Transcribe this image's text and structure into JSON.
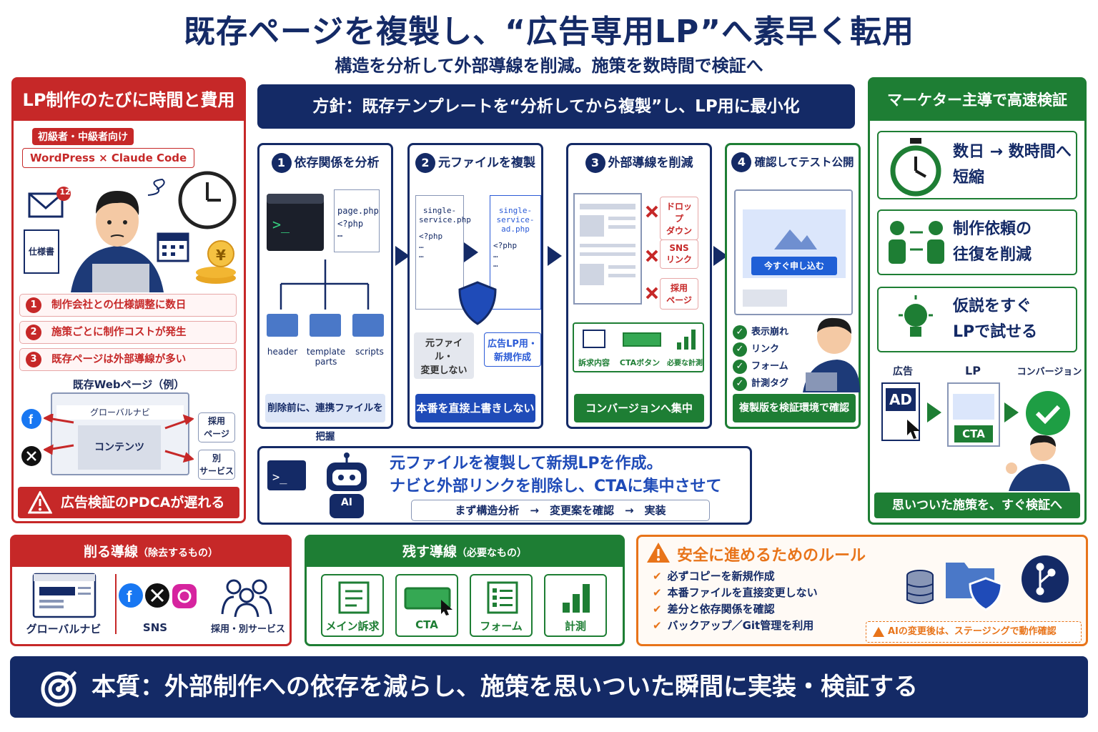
{
  "title": "既存ページを複製し、“広告専用LP”へ素早く転用",
  "subtitle": "構造を分析して外部導線を削減。施策を数時間で検証へ",
  "left": {
    "header": "LP制作のたびに時間と費用",
    "audience_tag": "初級者・中級者向け",
    "tools_tag": "WordPress × Claude Code",
    "mail_badge": "12",
    "doc_label": "仕様書",
    "yen_symbol": "¥",
    "problems": [
      {
        "num": "1",
        "text": "制作会社との仕様調整に数日"
      },
      {
        "num": "2",
        "text": "施策ごとに制作コストが発生"
      },
      {
        "num": "3",
        "text": "既存ページは外部導線が多い"
      }
    ],
    "example_title": "既存Webページ（例）",
    "global_nav": "グローバルナビ",
    "content": "コンテンツ",
    "recruit": "採用\nページ",
    "other_service": "別\nサービス",
    "footer": "広告検証のPDCAが遅れる"
  },
  "policy": "方針：既存テンプレートを“分析してから複製”し、LP用に最小化",
  "steps": [
    {
      "num": "1",
      "title": "依存関係を分析",
      "file": "page.php",
      "code": "<?php\n…",
      "folders": [
        "header",
        "template\nparts",
        "scripts"
      ],
      "footer": "削除前に、連携ファイルを把握"
    },
    {
      "num": "2",
      "title": "元ファイルを複製",
      "src_file": "single-\nservice.php",
      "dst_file": "single-\nservice-ad.php",
      "code": "<?php\n…\n…",
      "chip_left": "元ファイル・\n変更しない",
      "chip_right": "広告LP用・\n新規作成",
      "footer": "本番を直接上書きしない"
    },
    {
      "num": "3",
      "title": "外部導線を削減",
      "removed": [
        "ドロップ\nダウン",
        "SNS\nリンク",
        "採用\nページ"
      ],
      "kept": [
        "訴求内容",
        "CTAボタン",
        "必要な計測"
      ],
      "footer": "コンバージョンへ集中"
    },
    {
      "num": "4",
      "title": "確認してテスト公開",
      "cta": "今すぐ申し込む",
      "checks": [
        "表示崩れ",
        "リンク",
        "フォーム",
        "計測タグ"
      ],
      "footer": "複製版を検証環境で確認"
    }
  ],
  "ai": {
    "label": "AI",
    "line1": "元ファイルを複製して新規LPを作成。",
    "line2": "ナビと外部リンクを削除し、CTAに集中させて",
    "flow": "まず構造分析　→　変更案を確認　→　実装"
  },
  "right": {
    "header": "マーケター主導で高速検証",
    "cards": [
      {
        "line1": "数日 → 数時間へ",
        "line2": "短縮"
      },
      {
        "line1": "制作依頼の",
        "line2": "往復を削減"
      },
      {
        "line1": "仮説をすぐ",
        "line2": "LPで試せる"
      }
    ],
    "flow_labels": [
      "広告",
      "LP",
      "コンバージョン"
    ],
    "ad": "AD",
    "cta": "CTA",
    "footer": "思いついた施策を、すぐ検証へ"
  },
  "remove_box": {
    "header": "削る導線",
    "header_sub": "（除去するもの）",
    "items": [
      "グローバルナビ",
      "SNS",
      "採用・別サービス"
    ]
  },
  "keep_box": {
    "header": "残す導線",
    "header_sub": "（必要なもの）",
    "items": [
      "メイン訴求",
      "CTA",
      "フォーム",
      "計測"
    ]
  },
  "rules_box": {
    "header": "安全に進めるためのルール",
    "rules": [
      "必ずコピーを新規作成",
      "本番ファイルを直接変更しない",
      "差分と依存関係を確認",
      "バックアップ／Git管理を利用"
    ],
    "warning": "AIの変更後は、ステージングで動作確認"
  },
  "essence": "本質：外部制作への依存を減らし、施策を思いついた瞬間に実装・検証する",
  "colors": {
    "navy": "#142a66",
    "red": "#c62828",
    "green": "#1e7e34",
    "orange": "#e8741a"
  }
}
